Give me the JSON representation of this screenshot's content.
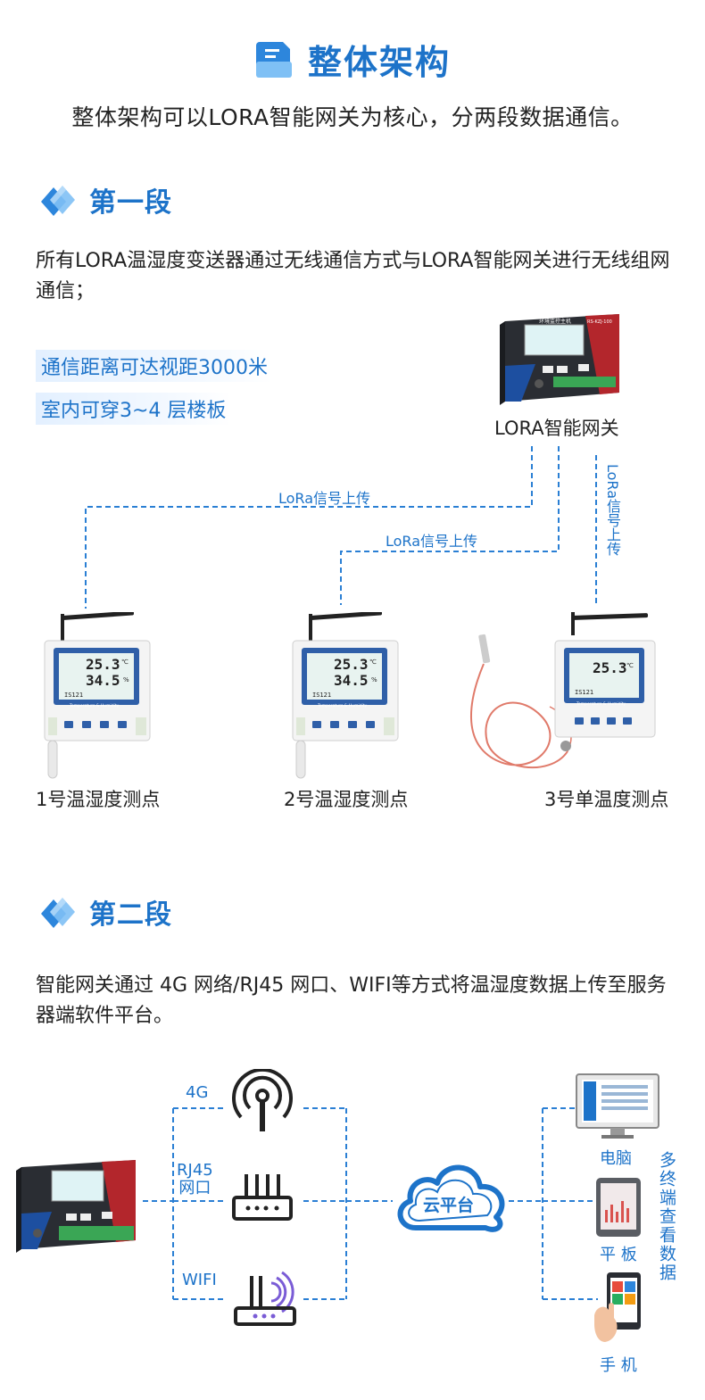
{
  "header": {
    "title": "整体架构",
    "intro": "整体架构可以LORA智能网关为核心，分两段数据通信。"
  },
  "section1": {
    "title": "第一段",
    "description": "所有LORA温湿度变送器通过无线通信方式与LORA智能网关进行无线组网通信；",
    "highlights": [
      "通信距离可达视距3000米",
      "室内可穿3~4 层楼板"
    ],
    "gateway_label": "LORA智能网关",
    "gateway_panel_text": "环境监控主机",
    "gateway_model": "RS-KZJ-100",
    "link_labels": [
      "LoRa信号上传",
      "LoRa信号上传",
      "LoRa信号上传"
    ],
    "sensor_display": {
      "temperature": "25.3",
      "temp_unit": "℃",
      "humidity": "34.5",
      "hum_unit": "%",
      "code": "IS121",
      "caption": "Temperature & Humidity"
    },
    "sensors": [
      "1号温湿度测点",
      "2号温湿度测点",
      "3号单温度测点"
    ]
  },
  "section2": {
    "title": "第二段",
    "description": "智能网关通过 4G 网络/RJ45 网口、WIFI等方式将温湿度数据上传至服务器端软件平台。",
    "channels": [
      "4G",
      "RJ45\n网口",
      "WIFI"
    ],
    "cloud_label": "云平台",
    "terminals": [
      "电脑",
      "平 板",
      "手 机"
    ],
    "terminals_caption": "多终端查看数据"
  },
  "colors": {
    "brand_blue": "#1d73c9",
    "line_blue": "#2a7fd4",
    "device_dark": "#2a2d33",
    "lcd_blue": "#2f5fa8"
  },
  "icons": [
    "document-icon",
    "diamond-tag-icon",
    "antenna-tower-icon",
    "router-icon",
    "wifi-router-icon",
    "cloud-icon",
    "monitor-icon",
    "tablet-icon",
    "phone-icon"
  ]
}
